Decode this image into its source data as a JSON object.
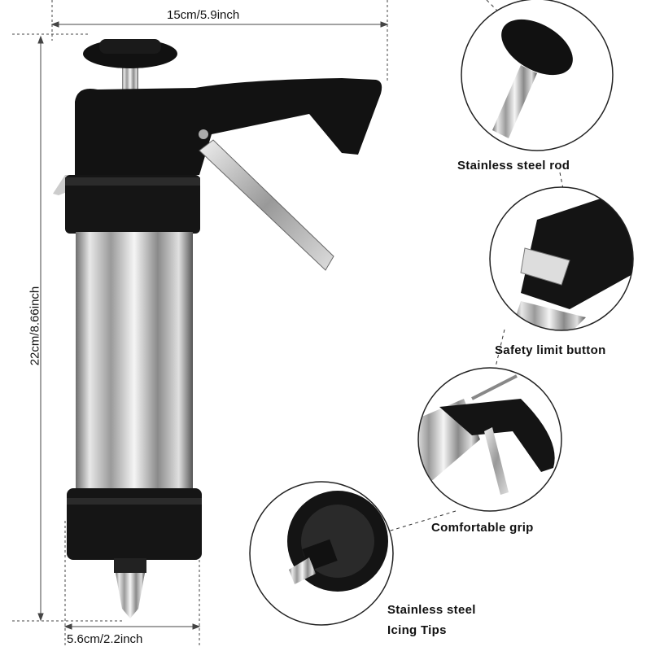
{
  "dimensions": {
    "width": "15cm/5.9inch",
    "height": "22cm/8.66inch",
    "diameter": "5.6cm/2.2inch"
  },
  "features": [
    {
      "label": "Stainless steel rod"
    },
    {
      "label": "Safety limit button"
    },
    {
      "label": "Comfortable grip"
    },
    {
      "label_line1": "Stainless steel",
      "label_line2": "Icing Tips"
    }
  ]
}
